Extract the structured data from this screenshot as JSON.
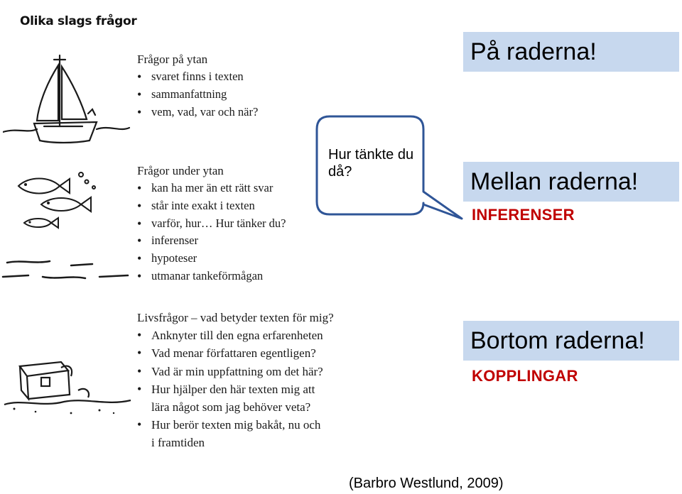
{
  "scan": {
    "title": "Olika slags frågor",
    "section1": {
      "heading": "Frågor på ytan",
      "items": [
        "svaret finns i texten",
        "sammanfattning",
        "vem, vad, var och när?"
      ]
    },
    "section2": {
      "heading": "Frågor under ytan",
      "items": [
        "kan ha mer än ett rätt svar",
        "står inte exakt i texten",
        "varför, hur… Hur tänker du?",
        "inferenser",
        "hypoteser",
        "utmanar tankeförmågan"
      ]
    },
    "section3": {
      "heading": "Livsfrågor – vad betyder texten för mig?",
      "items": [
        "Anknyter till den egna erfarenheten",
        "Vad menar författaren egentligen?",
        "Vad är min uppfattning om det här?",
        "Hur hjälper den här texten mig att",
        "lära något som jag behöver veta?",
        "Hur berör texten mig bakåt, nu och",
        "i framtiden"
      ]
    }
  },
  "bubble": {
    "text": "Hur tänkte du då?"
  },
  "levels": {
    "on_lines": "På raderna!",
    "between_lines": "Mellan raderna!",
    "beyond_lines": "Bortom raderna!"
  },
  "tags": {
    "between": "INFERENSER",
    "beyond": "KOPPLINGAR"
  },
  "colors": {
    "box_fill": "#c7d8ee",
    "tag_red": "#c00000",
    "bubble_stroke": "#2f5597"
  },
  "credit": "(Barbro Westlund, 2009)"
}
